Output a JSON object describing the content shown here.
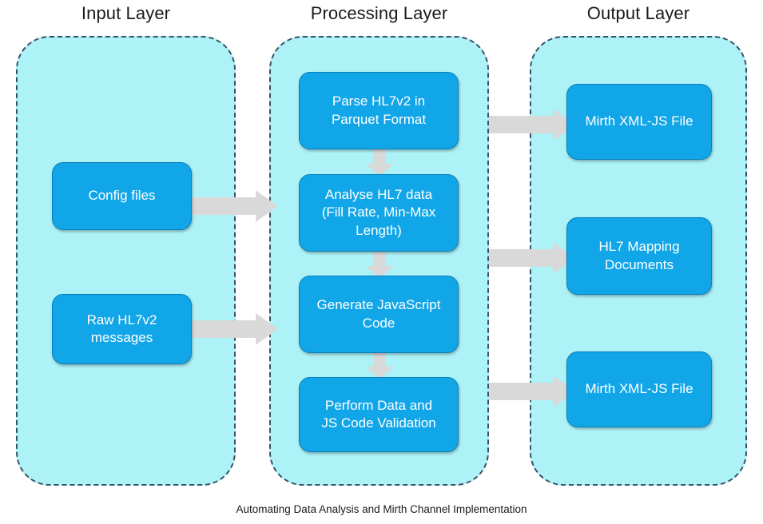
{
  "diagram": {
    "caption": "Automating Data Analysis and Mirth Channel Implementation",
    "colors": {
      "layer_fill": "#adf2f7",
      "layer_border": "#3d5166",
      "node_fill": "#11a6e8",
      "node_border": "#0b80b8",
      "node_text": "#ffffff",
      "arrow": "#d9d9d9",
      "background": "#ffffff",
      "title_text": "#1a1a1a"
    },
    "layers": [
      {
        "id": "input-layer",
        "title": "Input Layer",
        "nodes": [
          {
            "id": "config-files",
            "label": "Config files"
          },
          {
            "id": "raw-hl7v2-messages",
            "label": "Raw HL7v2\nmessages"
          }
        ]
      },
      {
        "id": "processing-layer",
        "title": "Processing Layer",
        "nodes": [
          {
            "id": "parse-hl7v2",
            "label": "Parse HL7v2 in\nParquet Format"
          },
          {
            "id": "analyse-hl7-data",
            "label": "Analyse HL7 data\n(Fill Rate, Min-Max\nLength)"
          },
          {
            "id": "generate-javascript-code",
            "label": "Generate JavaScript\nCode"
          },
          {
            "id": "perform-validation",
            "label": "Perform Data and\nJS Code Validation"
          }
        ]
      },
      {
        "id": "output-layer",
        "title": "Output Layer",
        "nodes": [
          {
            "id": "mirth-xml-js-file-1",
            "label": "Mirth XML-JS File"
          },
          {
            "id": "hl7-mapping-documents",
            "label": "HL7 Mapping\nDocuments"
          },
          {
            "id": "mirth-xml-js-file-2",
            "label": "Mirth XML-JS File"
          }
        ]
      }
    ],
    "connections": [
      {
        "id": "config-to-processing",
        "from": "config-files",
        "to": "analyse-hl7-data",
        "direction": "right"
      },
      {
        "id": "raw-messages-to-processing",
        "from": "raw-hl7v2-messages",
        "to": "generate-javascript-code",
        "direction": "right"
      },
      {
        "id": "parse-to-analyse",
        "from": "parse-hl7v2",
        "to": "analyse-hl7-data",
        "direction": "down"
      },
      {
        "id": "analyse-to-generate",
        "from": "analyse-hl7-data",
        "to": "generate-javascript-code",
        "direction": "down"
      },
      {
        "id": "generate-to-validate",
        "from": "generate-javascript-code",
        "to": "perform-validation",
        "direction": "down"
      },
      {
        "id": "parse-to-mirth-file-1",
        "from": "parse-hl7v2",
        "to": "mirth-xml-js-file-1",
        "direction": "right"
      },
      {
        "id": "analyse-to-mapping-docs",
        "from": "analyse-hl7-data",
        "to": "hl7-mapping-documents",
        "direction": "right"
      },
      {
        "id": "validate-to-mirth-file-2",
        "from": "perform-validation",
        "to": "mirth-xml-js-file-2",
        "direction": "right"
      }
    ]
  }
}
